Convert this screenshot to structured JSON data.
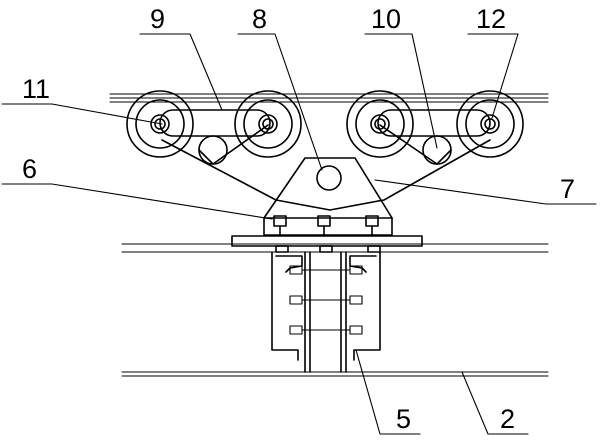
{
  "labels": {
    "l9": "9",
    "l8": "8",
    "l10": "10",
    "l12": "12",
    "l11": "11",
    "l6": "6",
    "l7": "7",
    "l5": "5",
    "l2": "2"
  },
  "colors": {
    "ink": "#000000",
    "paper": "#ffffff"
  }
}
